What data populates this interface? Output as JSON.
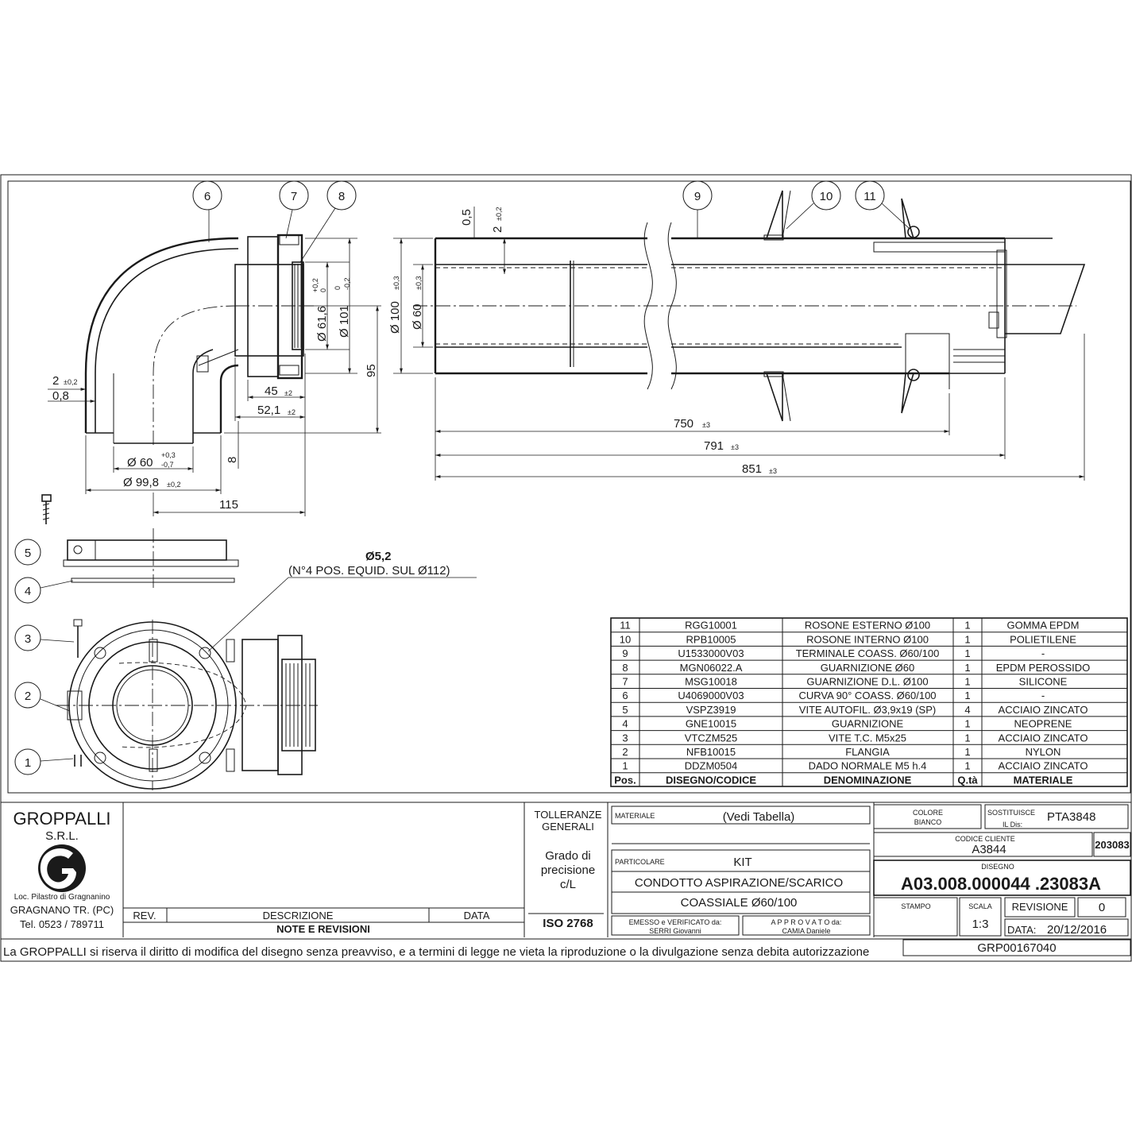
{
  "balloons": [
    "1",
    "2",
    "3",
    "4",
    "5",
    "6",
    "7",
    "8",
    "9",
    "10",
    "11"
  ],
  "dimensions": {
    "d_0_8": "0,8",
    "d_2": "2",
    "d_2_tol": "±0,2",
    "d_45": "45",
    "d_45_tol": "±2",
    "d_52_1": "52,1",
    "d_52_1_tol": "±2",
    "d_95": "95",
    "d_8": "8",
    "d_115": "115",
    "d_60": "Ø 60",
    "d_60_tol_up": "+0,3",
    "d_60_tol_dn": "-0,7",
    "d_99_8": "Ø 99,8",
    "d_99_8_tol": "±0,2",
    "d_61_6": "Ø 61,6",
    "d_61_6_tol_up": "+0,2",
    "d_61_6_tol_dn": "0",
    "d_101": "Ø 101",
    "d_101_tol_up": "0",
    "d_101_tol_dn": "-0,2",
    "d_100": "Ø 100",
    "d_100_tol": "±0,3",
    "d_60b": "Ø 60",
    "d_60b_tol": "±0,3",
    "d_0_5": "0,5",
    "d_2b": "2",
    "d_2b_tol": "±0,2",
    "d_750": "750",
    "d_750_tol": "±3",
    "d_791": "791",
    "d_791_tol": "±3",
    "d_851": "851",
    "d_851_tol": "±3",
    "hole_dia": "Ø5,2",
    "hole_note": "(N°4 POS. EQUID. SUL Ø112)"
  },
  "parts_table": {
    "rows": [
      {
        "pos": "11",
        "code": "RGG10001",
        "name": "ROSONE ESTERNO Ø100",
        "qty": "1",
        "material": "GOMMA EPDM"
      },
      {
        "pos": "10",
        "code": "RPB10005",
        "name": "ROSONE INTERNO Ø100",
        "qty": "1",
        "material": "POLIETILENE"
      },
      {
        "pos": "9",
        "code": "U1533000V03",
        "name": "TERMINALE COASS. Ø60/100",
        "qty": "1",
        "material": "-"
      },
      {
        "pos": "8",
        "code": "MGN06022.A",
        "name": "GUARNIZIONE Ø60",
        "qty": "1",
        "material": "EPDM PEROSSIDO"
      },
      {
        "pos": "7",
        "code": "MSG10018",
        "name": "GUARNIZIONE D.L. Ø100",
        "qty": "1",
        "material": "SILICONE"
      },
      {
        "pos": "6",
        "code": "U4069000V03",
        "name": "CURVA 90° COASS. Ø60/100",
        "qty": "1",
        "material": "-"
      },
      {
        "pos": "5",
        "code": "VSPZ3919",
        "name": "VITE AUTOFIL. Ø3,9x19 (SP)",
        "qty": "4",
        "material": "ACCIAIO ZINCATO"
      },
      {
        "pos": "4",
        "code": "GNE10015",
        "name": "GUARNIZIONE",
        "qty": "1",
        "material": "NEOPRENE"
      },
      {
        "pos": "3",
        "code": "VTCZM525",
        "name": "VITE T.C. M5x25",
        "qty": "1",
        "material": "ACCIAIO ZINCATO"
      },
      {
        "pos": "2",
        "code": "NFB10015",
        "name": "FLANGIA",
        "qty": "1",
        "material": "NYLON"
      },
      {
        "pos": "1",
        "code": "DDZM0504",
        "name": "DADO NORMALE M5 h.4",
        "qty": "1",
        "material": "ACCIAIO ZINCATO"
      }
    ],
    "header": {
      "pos": "Pos.",
      "code": "DISEGNO/CODICE",
      "name": "DENOMINAZIONE",
      "qty": "Q.tà",
      "material": "MATERIALE"
    }
  },
  "title_block": {
    "company": "GROPPALLI",
    "company_sub": "S.R.L.",
    "address1": "Loc. Pilastro di Gragnanino",
    "address2": "GRAGNANO TR. (PC)",
    "phone": "Tel. 0523 / 789711",
    "rev_label": "REV.",
    "descr_label": "DESCRIZIONE",
    "date_label": "DATA",
    "notes_label": "NOTE E REVISIONI",
    "tol_title_1": "TOLLERANZE",
    "tol_title_2": "GENERALI",
    "grade_1": "Grado di",
    "grade_2": "precisione",
    "grade_3": "c/L",
    "iso": "ISO 2768",
    "materiale_label": "MATERIALE",
    "materiale_value": "(Vedi Tabella)",
    "particolare_label": "PARTICOLARE",
    "particolare_1": "KIT",
    "particolare_2": "CONDOTTO ASPIRAZIONE/SCARICO",
    "particolare_3": "COASSIALE Ø60/100",
    "emesso_label": "EMESSO e VERIFICATO da:",
    "emesso_value": "SERRI Giovanni",
    "approvato_label": "A P P R O V A T O da:",
    "approvato_value": "CAMIA Daniele",
    "colore_label_1": "COLORE",
    "colore_label_2": "BIANCO",
    "sostituisce_label": "SOSTITUISCE",
    "il_dis_label": "IL Dis:",
    "sostituisce_value": "PTA3848",
    "codice_cliente_label": "CODICE CLIENTE",
    "codice_cliente_value": "A3844",
    "codice_side": "203083",
    "disegno_label": "DISEGNO",
    "disegno_value": "A03.008.000044 .23083A",
    "stampo_label": "STAMPO",
    "scala_label": "SCALA",
    "scala_value": "1:3",
    "revisione_label": "REVISIONE",
    "revisione_value": "0",
    "data_label": "DATA:",
    "data_value": "20/12/2016",
    "disclaimer": "La GROPPALLI si riserva il diritto di modifica del disegno senza preavviso, e a termini di legge ne vieta la riproduzione o la divulgazione senza debita autorizzazione",
    "grp_code": "GRP00167040"
  }
}
